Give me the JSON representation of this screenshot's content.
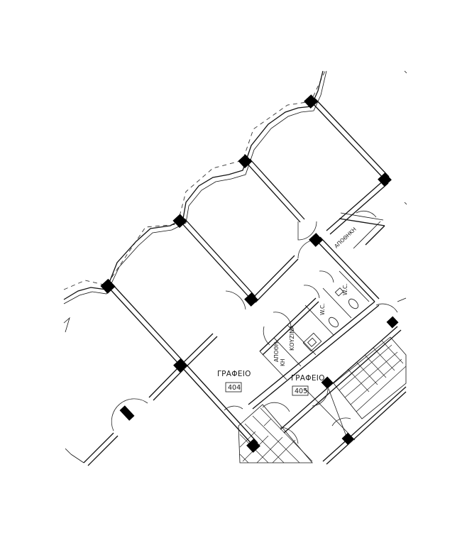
{
  "rooms": {
    "office_404": {
      "label": "ΓΡΑΦΕΙΟ",
      "number": "404"
    },
    "office_405": {
      "label": "ΓΡΑΦΕΙΟ",
      "number": "405"
    },
    "storage_top": {
      "label": "ΑΠΟΘΗΚΗ"
    },
    "storage_small_line1": {
      "label": "ΑΠΟΘΗ-"
    },
    "storage_small_line2": {
      "label": "ΚΗ"
    },
    "kitchen": {
      "label": "ΚΟΥΖΙΝΑ"
    },
    "wc_1": {
      "label": "W.C."
    },
    "wc_2": {
      "label": "W.C."
    }
  }
}
